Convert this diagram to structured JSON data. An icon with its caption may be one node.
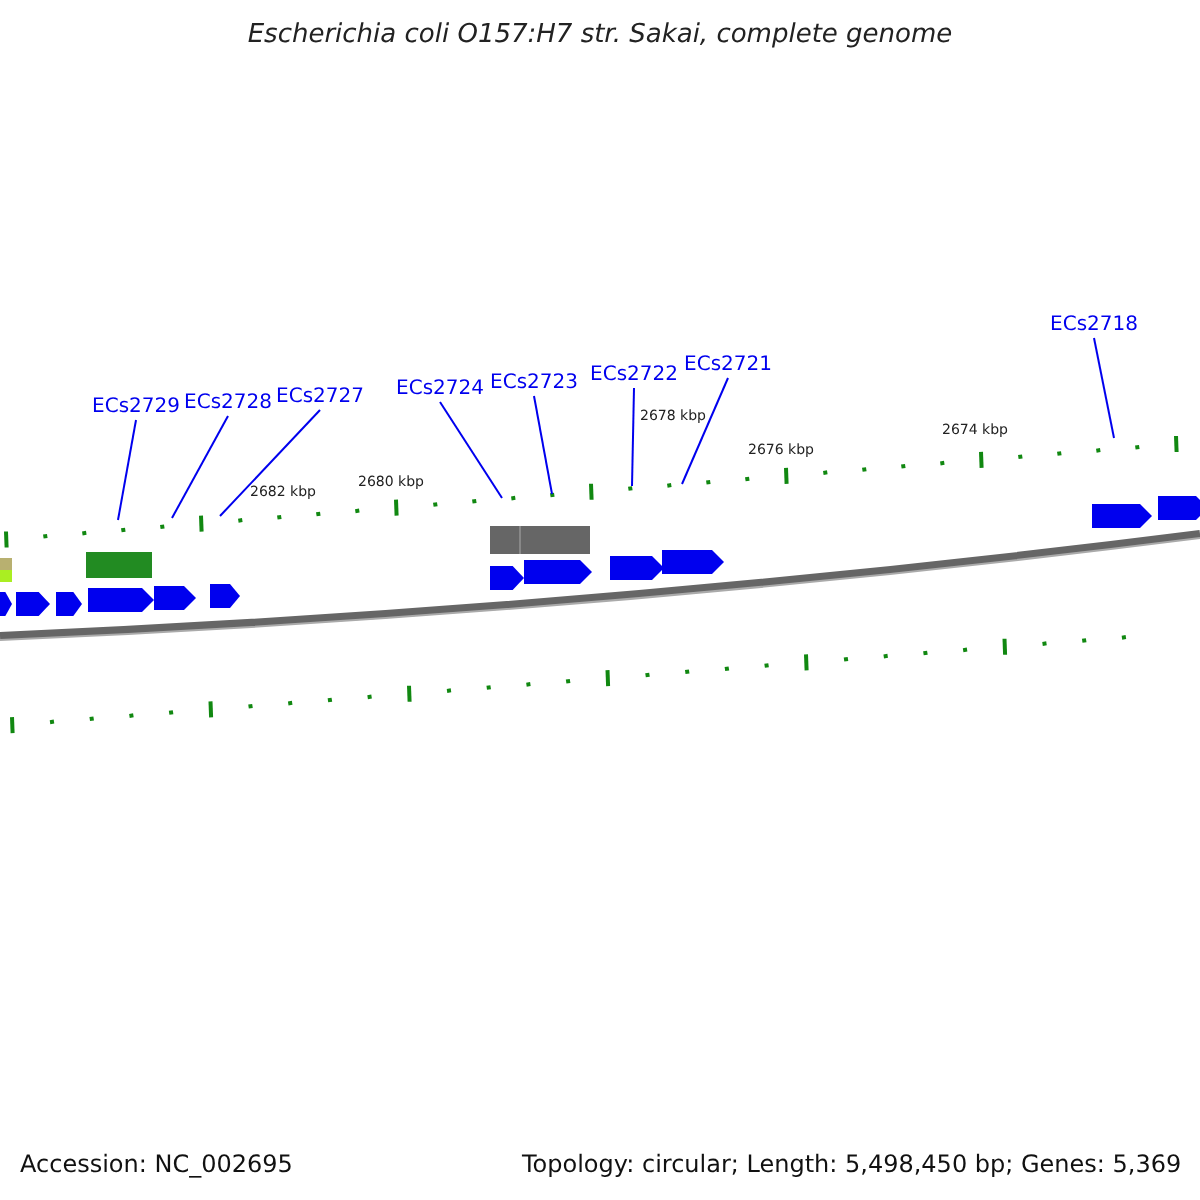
{
  "diagram": {
    "title": "Escherichia coli O157:H7 str. Sakai, complete genome",
    "nodes": [
      {
        "text": [
          "ECs2729"
        ]
      },
      {
        "text": [
          "ECs2728"
        ]
      },
      {
        "text": [
          "ECs2727"
        ]
      },
      {
        "text": [
          "ECs2724"
        ]
      },
      {
        "text": [
          "ECs2723"
        ]
      },
      {
        "text": [
          "ECs2722"
        ]
      },
      {
        "text": [
          "ECs2721"
        ]
      },
      {
        "text": [
          "ECs2718"
        ]
      }
    ],
    "edges": [
      {
        "from": 0,
        "to": null,
        "arrow": "none"
      },
      {
        "from": 1,
        "to": null,
        "arrow": "none"
      },
      {
        "from": 2,
        "to": null,
        "arrow": "none"
      },
      {
        "from": 3,
        "to": null,
        "arrow": "none"
      },
      {
        "from": 4,
        "to": null,
        "arrow": "none"
      },
      {
        "from": 5,
        "to": null,
        "arrow": "none"
      },
      {
        "from": 6,
        "to": null,
        "arrow": "none"
      },
      {
        "from": 7,
        "to": null,
        "arrow": "none"
      }
    ],
    "labels": [
      "2682 kbp",
      "2680 kbp",
      "2678 kbp",
      "2676 kbp",
      "2674 kbp",
      "Accession: NC_002695",
      "Topology: circular; Length: 5,498,450 bp; Genes: 5,369"
    ]
  }
}
